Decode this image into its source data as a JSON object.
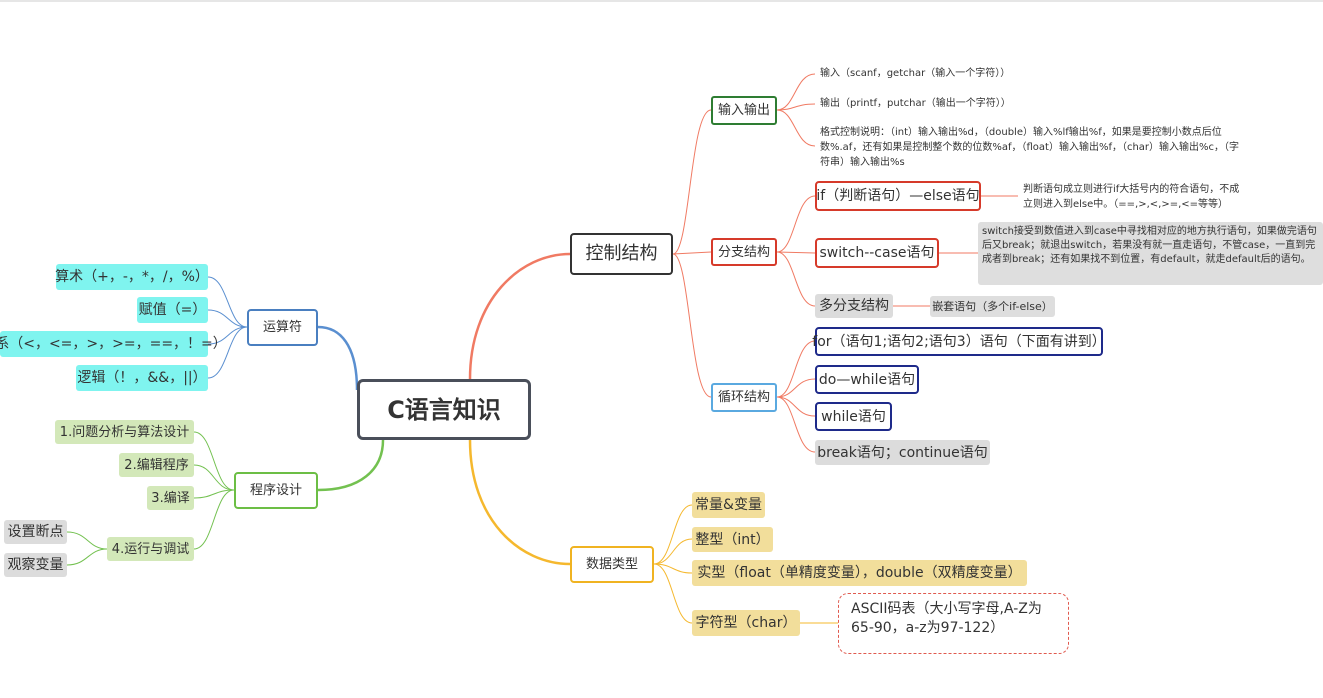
{
  "root": "C语言知识",
  "control": {
    "label": "控制结构",
    "io": {
      "label": "输入输出",
      "notes": [
        "输入（scanf，getchar（输入一个字符））",
        "输出（printf，putchar（输出一个字符））",
        "格式控制说明：（int）输入输出%d，（double）输入%lf输出%f，如果是要控制小数点后位数%.af，还有如果是控制整个数的位数%af，（float）输入输出%f，（char）输入输出%c，（字符串）输入输出%s"
      ]
    },
    "branch": {
      "label": "分支结构",
      "if": {
        "label": "if（判断语句）—else语句",
        "note": "判断语句成立则进行if大括号内的符合语句，不成立则进入到else中。（==,>,<,>=,<=等等）"
      },
      "switch": {
        "label": "switch--case语句",
        "note": "switch接受到数值进入到case中寻找相对应的地方执行语句，如果做完语句后又break；就退出switch，若果没有就一直走语句，不管case，一直到完成者到break；还有如果找不到位置，有default，就走default后的语句。"
      },
      "multi": {
        "label": "多分支结构",
        "note": "嵌套语句（多个if-else）"
      }
    },
    "loop": {
      "label": "循环结构",
      "items": [
        "for（语句1;语句2;语句3）语句（下面有讲到）",
        "do—while语句",
        "while语句",
        "break语句；continue语句"
      ]
    }
  },
  "datatypes": {
    "label": "数据类型",
    "items": [
      "常量&变量",
      "整型（int）",
      "实型（float（单精度变量），double（双精度变量）",
      "字符型（char）"
    ],
    "ascii_note": "ASCII码表（大小写字母,A-Z为65-90，a-z为97-122）"
  },
  "operators": {
    "label": "运算符",
    "items": [
      "算术（+，-，*，/，%）",
      "赋值（=）",
      "关系（<，<=，>，>=，==，！=）",
      "逻辑（！，&&，||）"
    ]
  },
  "design": {
    "label": "程序设计",
    "items": [
      "1.问题分析与算法设计",
      "2.编辑程序",
      "3.编译",
      "4.运行与调试"
    ],
    "debug": [
      "设置断点",
      "观察变量"
    ]
  },
  "colors": {
    "root_border": "#4a4f5a",
    "control_branch": "#f07a63",
    "datatype_branch": "#f5b82e",
    "operator_branch": "#5a8fd0",
    "design_branch": "#73c150",
    "operator_fill": "#7ff4ef",
    "design_fill": "#d3e8b9",
    "datatype_fill": "#f2de9b"
  }
}
